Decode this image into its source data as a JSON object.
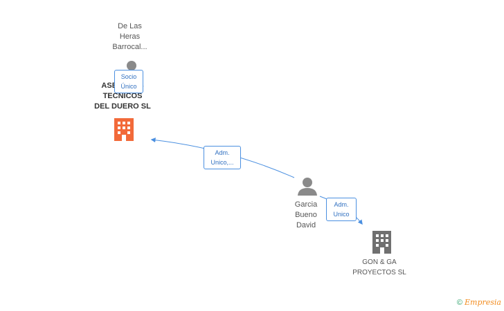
{
  "nodes": {
    "person_top": {
      "name_lines": [
        "De Las",
        "Heras",
        "Barrocal..."
      ]
    },
    "company_main": {
      "name_lines": [
        "ASESORES",
        "TECNICOS",
        "DEL DUERO SL"
      ]
    },
    "person_center": {
      "name_lines": [
        "Garcia",
        "Bueno",
        "David"
      ]
    },
    "company_secondary": {
      "name_lines": [
        "GON & GA",
        "PROYECTOS SL"
      ]
    }
  },
  "edges": {
    "socio": {
      "lines": [
        "Socio",
        "Único"
      ]
    },
    "adm_main": {
      "lines": [
        "Adm.",
        "Unico,..."
      ]
    },
    "adm_secondary": {
      "lines": [
        "Adm.",
        "Unico"
      ]
    }
  },
  "colors": {
    "main_company": "#f26a3a",
    "secondary_company": "#707070",
    "person": "#8a8a8a",
    "edge": "#4a8fe0"
  },
  "footer": {
    "copyright": "©",
    "brand": "Empresia"
  }
}
